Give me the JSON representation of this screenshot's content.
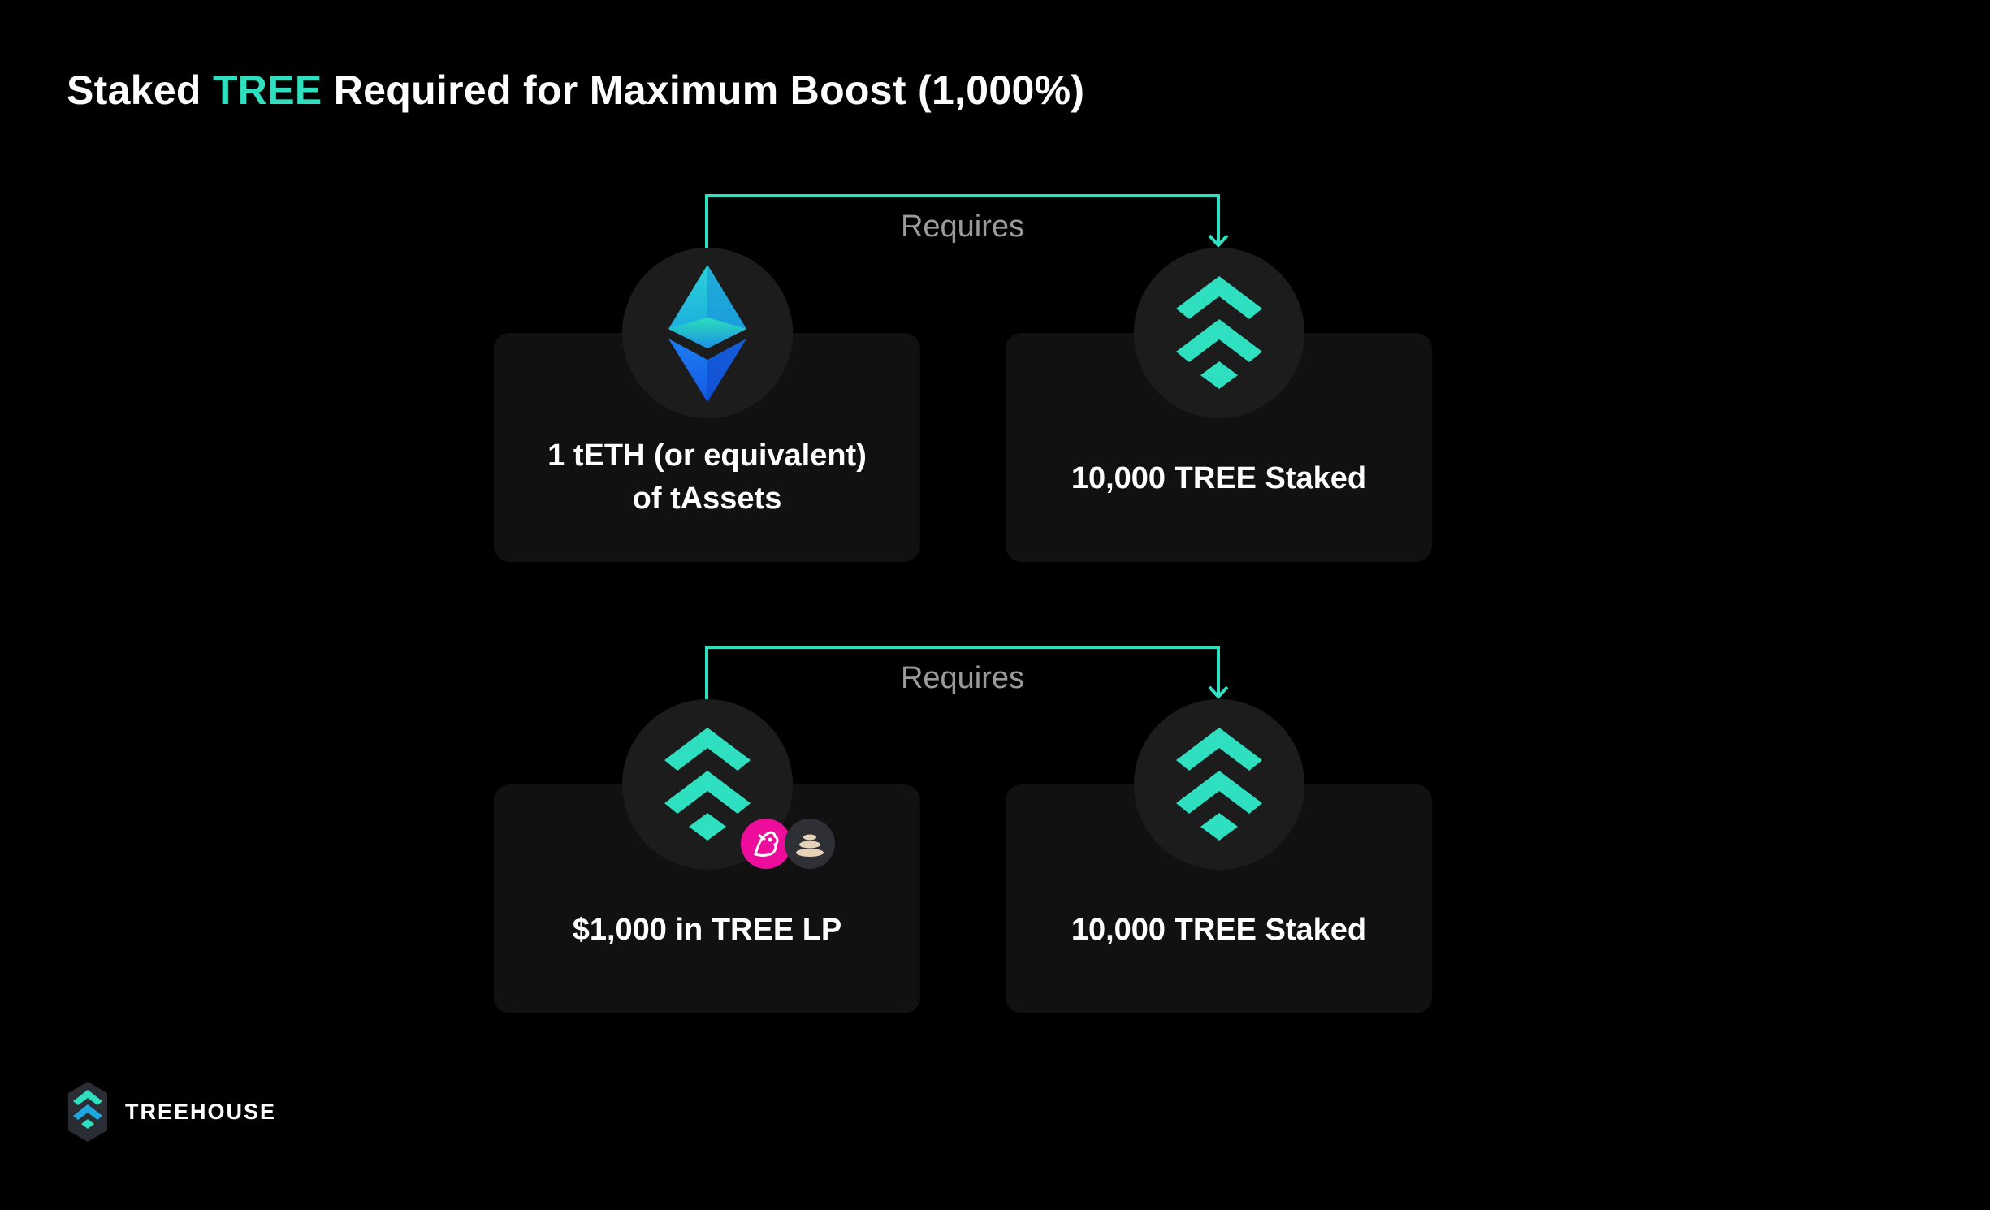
{
  "title": {
    "prefix": "Staked ",
    "accent": "TREE",
    "suffix": " Required for Maximum Boost (1,000%)"
  },
  "colors": {
    "accent": "#2ee0bf",
    "card_bg": "#111111",
    "circle_bg": "#1c1c1c",
    "muted_text": "#9a9a9a"
  },
  "rows": [
    {
      "connector_label": "Requires",
      "left": {
        "icon": "teth-icon",
        "label_line1": "1 tETH (or equivalent)",
        "label_line2": "of tAssets"
      },
      "right": {
        "icon": "tree-icon",
        "label": "10,000 TREE Staked"
      }
    },
    {
      "connector_label": "Requires",
      "left": {
        "icon": "tree-lp-icon",
        "badges": [
          "uniswap-icon",
          "balancer-icon"
        ],
        "label": "$1,000 in TREE LP"
      },
      "right": {
        "icon": "tree-icon",
        "label": "10,000 TREE Staked"
      }
    }
  ],
  "footer": {
    "brand": "TREEHOUSE",
    "logo_icon": "treehouse-logo-icon"
  }
}
